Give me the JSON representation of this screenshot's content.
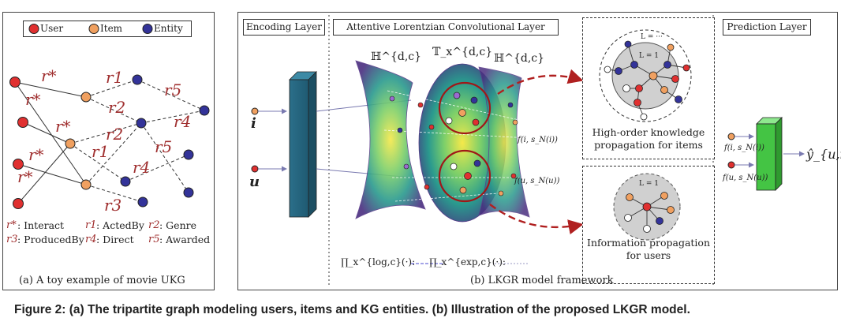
{
  "panel_a": {
    "legend": {
      "user": "User",
      "item": "Item",
      "entity": "Entity"
    },
    "edge_label_interact": "r*",
    "edge_labels": [
      "r*",
      "r*",
      "r*",
      "r*",
      "r*",
      "r1",
      "r2",
      "r5",
      "r4",
      "r2",
      "r1",
      "r5",
      "r4",
      "r3"
    ],
    "relation_legend": [
      {
        "sym": "r*",
        "text": ": Interact"
      },
      {
        "sym": "r1",
        "text": ": ActedBy"
      },
      {
        "sym": "r2",
        "text": ": Genre"
      },
      {
        "sym": "r3",
        "text": ": ProducedBy"
      },
      {
        "sym": "r4",
        "text": ": Direct"
      },
      {
        "sym": "r5",
        "text": ": Awarded"
      }
    ],
    "caption": "(a) A toy example of movie UKG"
  },
  "panel_b": {
    "encoding_layer": "Encoding Layer",
    "attentive_layer": "Attentive Lorentzian Convolutional Layer",
    "prediction_layer": "Prediction Layer",
    "input_i": "i",
    "input_u": "u",
    "manifold_left": "ℍ^{d,c}",
    "tangent": "𝕋_x^{d,c}",
    "manifold_right": "ℍ^{d,c}",
    "f_item": "f(i, s_N(i))",
    "f_user": "f(u, s_N(u))",
    "high_order_box": [
      "High-order knowledge",
      "propagation for items"
    ],
    "info_box": [
      "Information propagation",
      "for users"
    ],
    "l_labels": [
      "L = ···",
      "L = 1",
      "L = 1"
    ],
    "proj_log": "∏_x^{log,c}(·):",
    "proj_exp": "∏_x^{exp,c}(·):",
    "pred_f_item": "f(i, s_N(i))",
    "pred_f_user": "f(u, s_N(u))",
    "output": "ŷ_{u,i}",
    "caption": "(b) LKGR model framework"
  },
  "figure_caption": "Figure 2: (a) The tripartite graph modeling users, items and KG entities. (b) Illustration of the proposed LKGR model.",
  "colors": {
    "user": "#e03030",
    "item": "#f0a060",
    "entity": "#333399",
    "relation_label": "#a03030",
    "encoder": "#2b6f8a",
    "predictor": "#44c444",
    "arrow_red": "#b02020"
  }
}
